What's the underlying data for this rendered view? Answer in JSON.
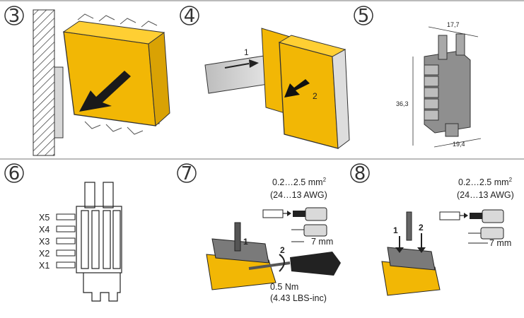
{
  "steps": {
    "s3": {
      "number": "3"
    },
    "s4": {
      "number": "4",
      "arrow_1_label": "1",
      "arrow_2_label": "2"
    },
    "s5": {
      "number": "5",
      "dims": {
        "width": "17,7",
        "height": "36,3",
        "depth": "19,4"
      }
    },
    "s6": {
      "number": "6",
      "terminals": [
        "X5",
        "X4",
        "X3",
        "X2",
        "X1"
      ]
    },
    "s7": {
      "number": "7",
      "wire_size": "0.2…2.5 mm",
      "wire_size_sup": "2",
      "awg": "(24…13 AWG)",
      "strip_length": "7 mm",
      "action_1": "1",
      "action_2": "2",
      "torque": "0.5 Nm",
      "torque_alt": "(4.43 LBS-inc)"
    },
    "s8": {
      "number": "8",
      "wire_size": "0.2…2.5 mm",
      "wire_size_sup": "2",
      "awg": "(24…13 AWG)",
      "strip_length": "7 mm",
      "action_1": "1",
      "action_2": "2"
    }
  },
  "colors": {
    "accent": "#f2b705",
    "line": "#222222",
    "panel_grey": "#9a9a9a"
  }
}
